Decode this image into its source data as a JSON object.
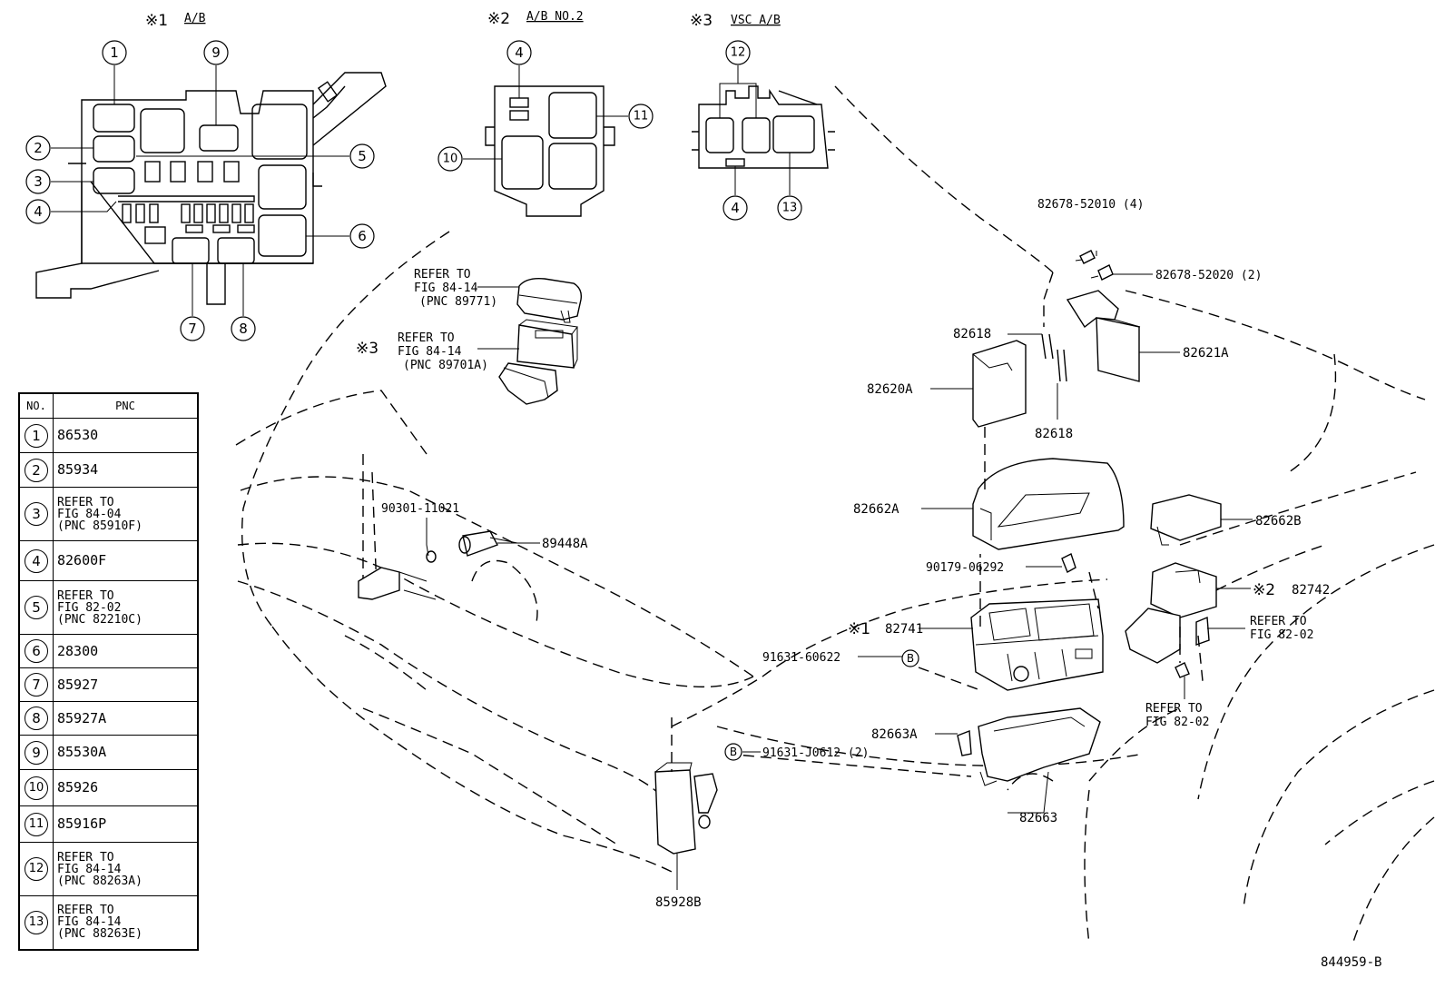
{
  "headers": {
    "ab1": {
      "mark": "※1",
      "label": "A/B"
    },
    "ab2": {
      "mark": "※2",
      "label": "A/B NO.2"
    },
    "ab3": {
      "mark": "※3",
      "label": "VSC A/B"
    }
  },
  "table": {
    "col_no": "NO.",
    "col_pnc": "PNC",
    "rows": [
      {
        "no": "1",
        "pnc": [
          "86530"
        ]
      },
      {
        "no": "2",
        "pnc": [
          "85934"
        ]
      },
      {
        "no": "3",
        "pnc": [
          "REFER TO",
          "FIG 84-04",
          "(PNC 85910F)"
        ]
      },
      {
        "no": "4",
        "pnc": [
          "82600F"
        ]
      },
      {
        "no": "5",
        "pnc": [
          "REFER TO",
          "FIG 82-02",
          "(PNC 82210C)"
        ]
      },
      {
        "no": "6",
        "pnc": [
          "28300"
        ]
      },
      {
        "no": "7",
        "pnc": [
          "85927"
        ]
      },
      {
        "no": "8",
        "pnc": [
          "85927A"
        ]
      },
      {
        "no": "9",
        "pnc": [
          "85530A"
        ]
      },
      {
        "no": "10",
        "pnc": [
          "85926"
        ]
      },
      {
        "no": "11",
        "pnc": [
          "85916P"
        ]
      },
      {
        "no": "12",
        "pnc": [
          "REFER TO",
          "FIG 84-14",
          "(PNC 88263A)"
        ]
      },
      {
        "no": "13",
        "pnc": [
          "REFER TO",
          "FIG 84-14",
          "(PNC 88263E)"
        ]
      }
    ]
  },
  "callouts": {
    "c1": "1",
    "c2": "2",
    "c3": "3",
    "c4": "4",
    "c5": "5",
    "c6": "6",
    "c7": "7",
    "c8": "8",
    "c9": "9",
    "c10": "10",
    "c11": "11",
    "c12": "12",
    "c13": "13",
    "b": "B"
  },
  "labels": {
    "refer_89771": [
      "REFER TO",
      "FIG 84-14",
      "(PNC 89771)"
    ],
    "refer_89701a_mark": "※3",
    "refer_89701a": [
      "REFER TO",
      "FIG 84-14",
      "(PNC 89701A)"
    ],
    "p90301": "90301-11021",
    "p89448a": "89448A",
    "p82678_52010": "82678-52010 (4)",
    "p82678_52020": "82678-52020 (2)",
    "p82618_top": "82618",
    "p82618_bottom": "82618",
    "p82621a": "82621A",
    "p82620a": "82620A",
    "p82662a": "82662A",
    "p82662b": "82662B",
    "p90179": "90179-06292",
    "p82742_mark": "※2",
    "p82742": "82742",
    "p82741_mark": "※1",
    "p82741": "82741",
    "refer_82_02_a": [
      "REFER TO",
      "FIG 82-02"
    ],
    "refer_82_02_b": [
      "REFER TO",
      "FIG 82-02"
    ],
    "p91631_60622": "91631-60622",
    "p91631_j0612": "91631-J0612 (2)",
    "p82663a": "82663A",
    "p82663": "82663",
    "p85928b": "85928B"
  },
  "figure_id": "844959-B"
}
